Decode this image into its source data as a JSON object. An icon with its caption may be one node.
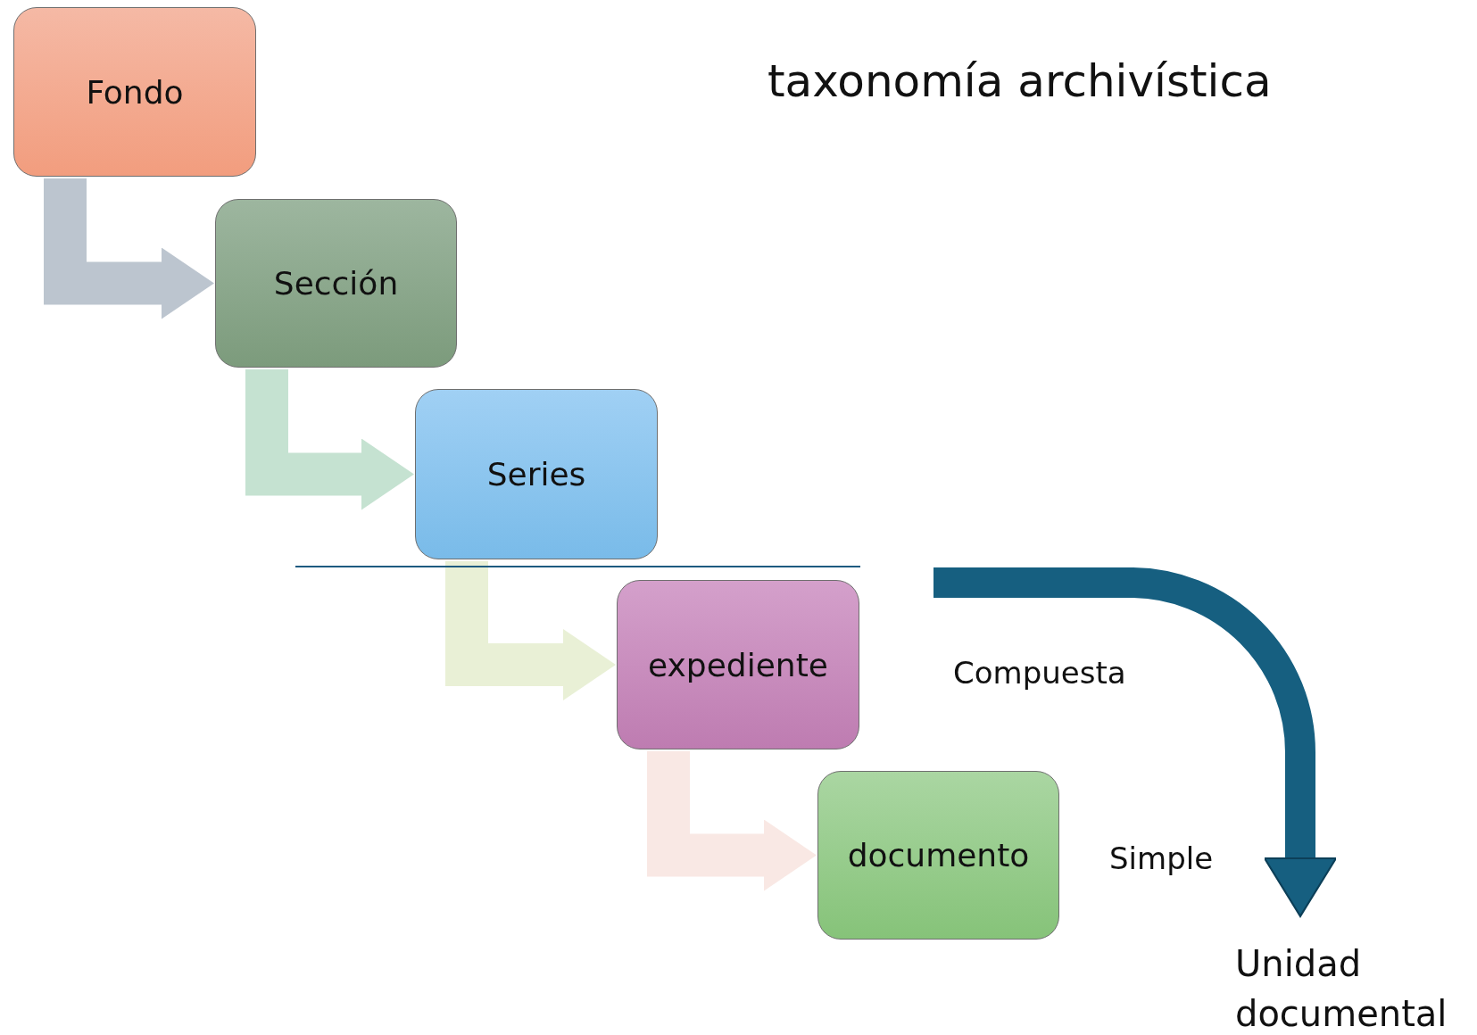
{
  "diagram": {
    "title": "taxonomía archivística",
    "nodes": [
      {
        "text": [
          "Fondo"
        ]
      },
      {
        "text": [
          "Sección"
        ]
      },
      {
        "text": [
          "Series"
        ]
      },
      {
        "text": [
          "expediente"
        ]
      },
      {
        "text": [
          "documento"
        ]
      },
      {
        "text": [
          "Unidad documental"
        ]
      }
    ],
    "edges": [
      {
        "from": 0,
        "to": 1,
        "arrow": "to",
        "color": "#bcc5cf"
      },
      {
        "from": 1,
        "to": 2,
        "arrow": "to",
        "color": "#c5e2d1"
      },
      {
        "from": 2,
        "to": 3,
        "arrow": "to",
        "color": "#e9f0d6"
      },
      {
        "from": 3,
        "to": 4,
        "arrow": "to",
        "color": "#f9e8e4"
      },
      {
        "from": null,
        "to": 5,
        "arrow": "to",
        "color": "#165f80"
      }
    ],
    "labels": [
      "Compuesta",
      "Simple"
    ]
  }
}
